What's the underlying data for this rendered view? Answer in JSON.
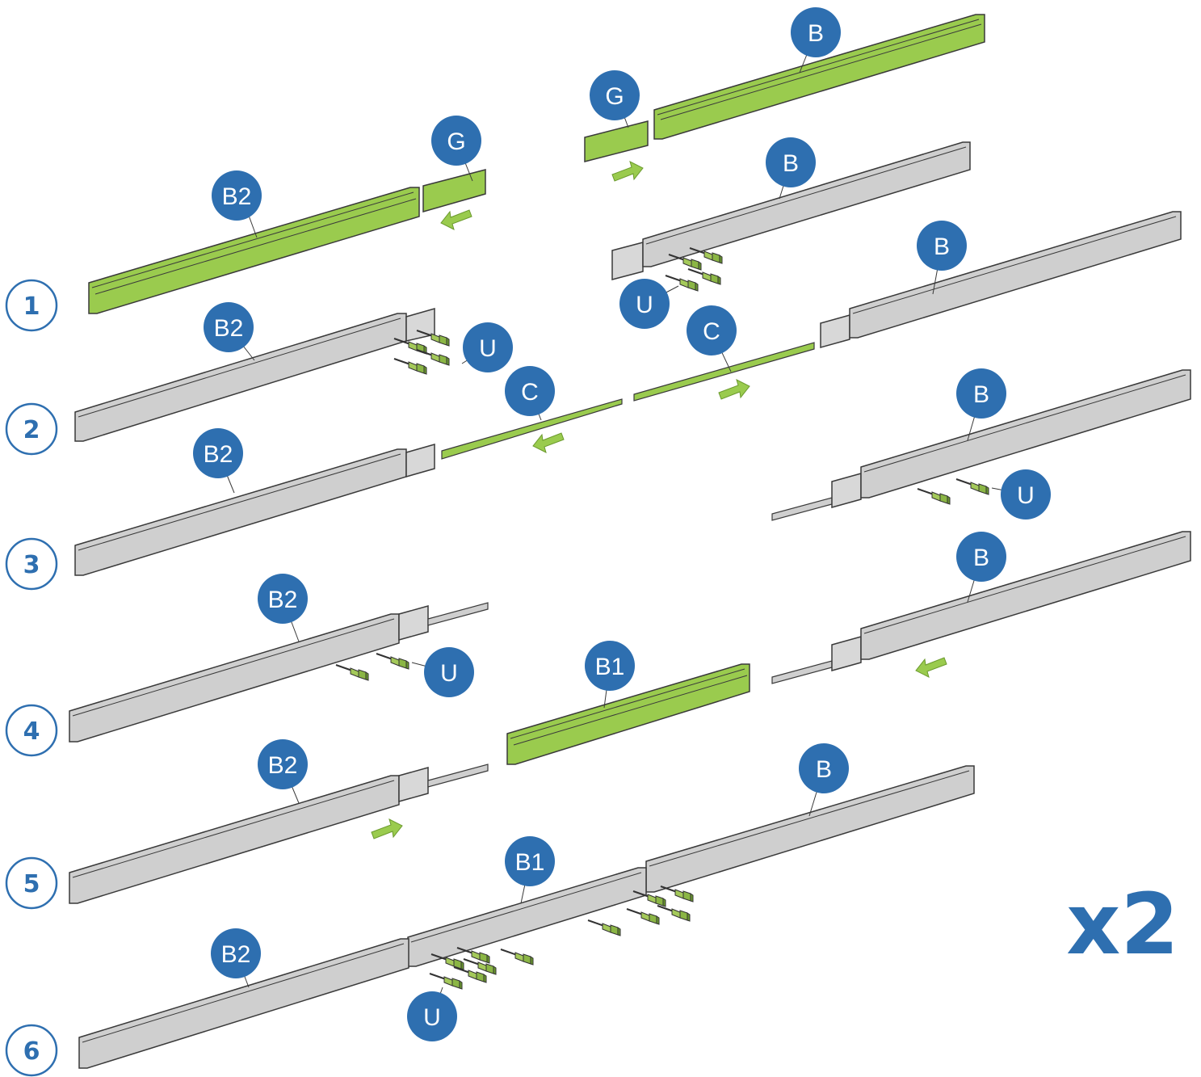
{
  "colors": {
    "accent_blue": "#2e6fb0",
    "part_green": "#9acb4e",
    "part_grey": "#cfcfcf",
    "outline": "#3a3a3a",
    "bolt_green": "#b5d86a"
  },
  "steps": [
    {
      "number": "1"
    },
    {
      "number": "2"
    },
    {
      "number": "3"
    },
    {
      "number": "4"
    },
    {
      "number": "5"
    },
    {
      "number": "6"
    }
  ],
  "part_labels": {
    "B": "B",
    "B1": "B1",
    "B2": "B2",
    "G": "G",
    "C": "C",
    "U": "U"
  },
  "multiplier": "x2",
  "icons": [
    "arrow-icon",
    "bolt-icon"
  ]
}
